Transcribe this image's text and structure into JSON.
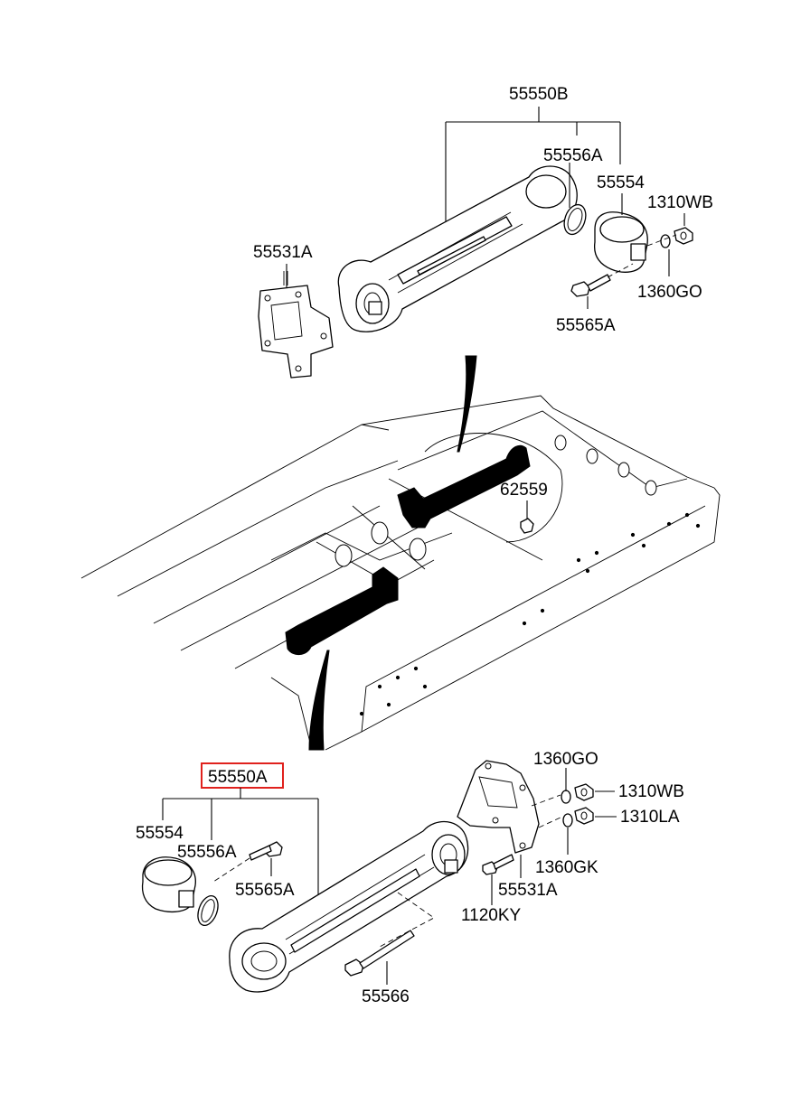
{
  "labels": {
    "asm_b": "55550B",
    "snap_ring_top": "55556A",
    "bushing_top": "55554",
    "nut_top": "1310WB",
    "bracket_top": "55531A",
    "washer_top": "1360GO",
    "bolt_top": "55565A",
    "frame_nut": "62559",
    "asm_a": "55550A",
    "washer_go": "1360GO",
    "nut_wb": "1310WB",
    "nut_la": "1310LA",
    "bushing_bottom": "55554",
    "snap_ring_bottom": "55556A",
    "washer_gk": "1360GK",
    "bolt_bottom": "55565A",
    "bracket_bottom": "55531A",
    "bolt_ky": "1120KY",
    "long_bolt": "55566"
  },
  "highlight_color": "#e0211d"
}
